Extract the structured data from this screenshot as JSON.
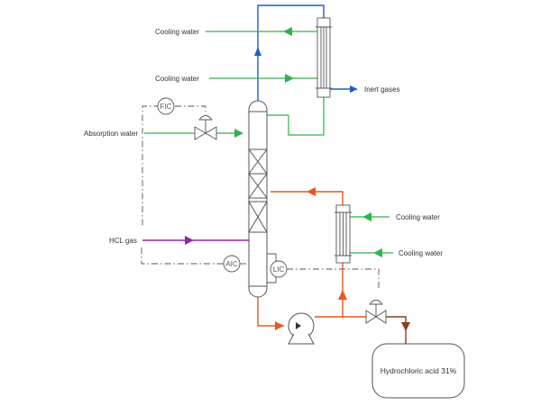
{
  "colors": {
    "cooling": "#2db34a",
    "vapor": "#1f5fbf",
    "reflux": "#e8571e",
    "hcl": "#8b2aa8",
    "product": "#8b3a1a",
    "equipment": "#555555",
    "signal": "#555555"
  },
  "labels": {
    "cooling_water_top_1": "Cooling water",
    "cooling_water_top_2": "Cooling water",
    "absorption_water": "Absorption water",
    "hcl_gas": "HCL gas",
    "inert_gases": "Inert gases",
    "cooling_water_mid_1": "Cooling water",
    "cooling_water_mid_2": "Cooling water",
    "product_tank": "Hydrochloric acid 31%"
  },
  "instruments": {
    "fic": "FIC",
    "aic": "AIC",
    "lic": "LIC"
  }
}
